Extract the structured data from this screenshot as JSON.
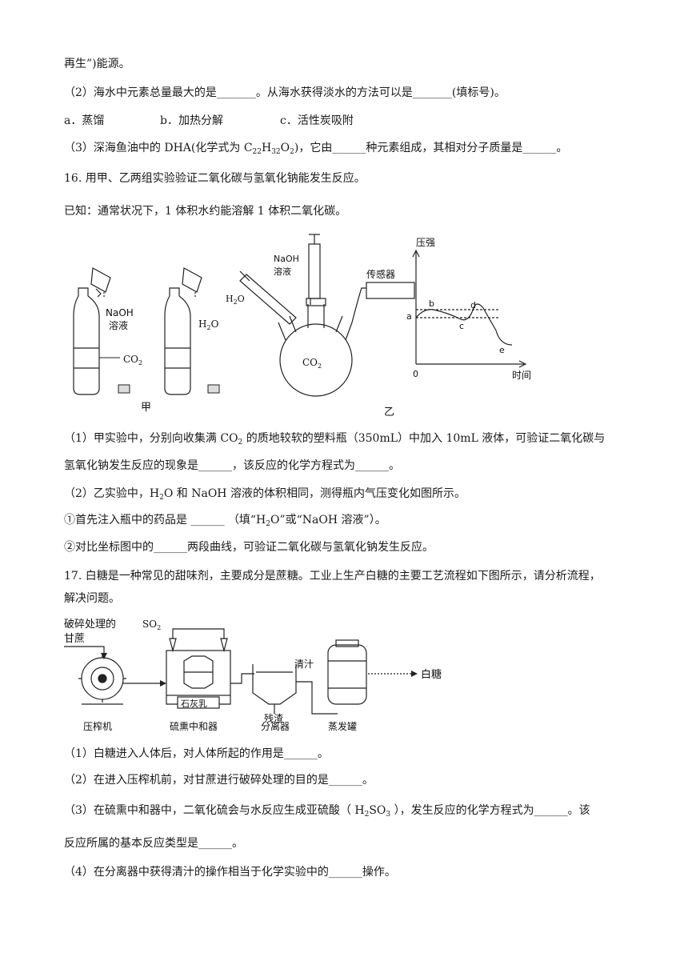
{
  "lines": {
    "l1": "再生”)能源。",
    "q15_2": "（2）海水中元素总量最大的是_______。从海水获得淡水的方法可以是_______(填标号)。",
    "opt_a": "a．蒸馏",
    "opt_b": "b．加热分解",
    "opt_c": "c．活性炭吸附",
    "q15_3_pre": "（3）深海鱼油中的 DHA(化学式为 C",
    "q15_3_s1": "22",
    "q15_3_m1": "H",
    "q15_3_s2": "32",
    "q15_3_m2": "O",
    "q15_3_s3": "2",
    "q15_3_post": ")，它由______种元素组成，其相对分子质量是______。",
    "q16": "16. 用甲、乙两组实验验证二氧化碳与氢氧化钠能发生反应。",
    "q16_known": "已知：通常状况下，1 体积水约能溶解 1 体积二氧化碳。",
    "q16_1a_pre": "（1）甲实验中，分别向收集满 CO",
    "q16_1a_sub": "2",
    "q16_1a_post": " 的质地较软的塑料瓶（350mL）中加入 10mL 液体，可验证二氧化碳与",
    "q16_1b": "氢氧化钠发生反应的现象是______，该反应的化学方程式为______。",
    "q16_2_pre": "（2）乙实验中，H",
    "q16_2_sub": "2",
    "q16_2_post": "O 和 NaOH 溶液的体积相同，测得瓶内气压变化如图所示。",
    "q16_2a_pre": "①首先注入瓶中的药品是 ______ （填“H",
    "q16_2a_sub": "2",
    "q16_2a_post": "O”或“NaOH 溶液”）。",
    "q16_2b": "②对比坐标图中的______两段曲线，可验证二氧化碳与氢氧化钠发生反应。",
    "q17a": "17. 白糖是一种常见的甜味剂，主要成分是蔗糖。工业上生产白糖的主要工艺流程如下图所示，请分析流程，",
    "q17b": "解决问题。",
    "q17_1": "（1）白糖进入人体后，对人体所起的作用是______。",
    "q17_2": "（2）在进入压榨机前，对甘蔗进行破碎处理的目的是______。",
    "q17_3a_pre": "（3）在硫熏中和器中，二氧化硫会与水反应生成亚硫酸（ H",
    "q17_3a_s1": "2",
    "q17_3a_m": "SO",
    "q17_3a_s2": "3",
    "q17_3a_post": " ），发生反应的化学方程式为______。该",
    "q17_3b": "反应所属的基本反应类型是______。",
    "q17_4": "（4）在分离器中获得清汁的操作相当于化学实验中的______操作。"
  },
  "fig16": {
    "naoh_label1": "NaOH",
    "naoh_label2": "溶液",
    "h2o_label": "H",
    "h2o_sub": "2",
    "h2o_tail": "O",
    "co2": "CO",
    "co2_sub": "2",
    "jia": "甲",
    "yi": "乙",
    "syringe_naoh1": "NaOH",
    "syringe_naoh2": "溶液",
    "sensor": "传感器",
    "flask_co2": "CO",
    "flask_co2_sub": "2",
    "graph_y": "压强",
    "graph_x": "时间",
    "origin": "0",
    "pt_a": "a",
    "pt_b": "b",
    "pt_c": "c",
    "pt_d": "d",
    "pt_e": "e"
  },
  "fig17": {
    "cane1": "破碎处理的",
    "cane2": "甘蔗",
    "so2": "SO",
    "so2_sub": "2",
    "lime": "石灰乳",
    "clear": "清汁",
    "residue": "残渣",
    "press": "压榨机",
    "neutralizer": "硫熏中和器",
    "separator": "分离器",
    "evaporator": "蒸发罐",
    "sugar": "白糖"
  }
}
